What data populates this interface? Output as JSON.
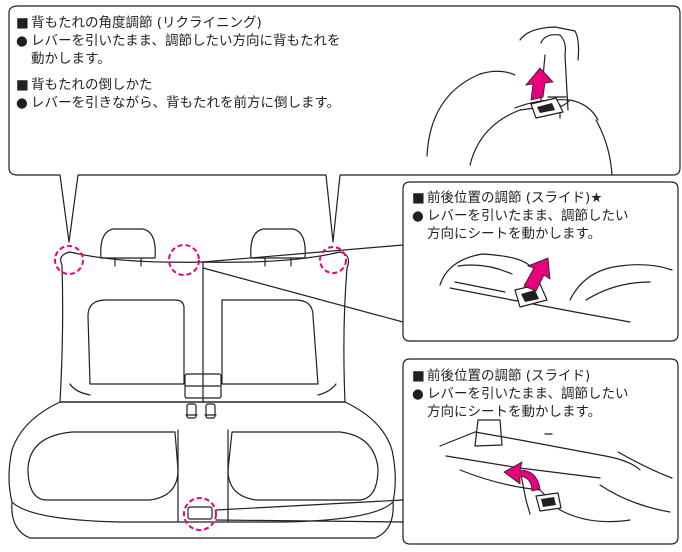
{
  "top_box": {
    "heading1": "背もたれの角度調節 (リクライニング)",
    "bullet1_line1": "レバーを引いたまま、調節したい方向に背もたれを",
    "bullet1_line2": "動かします。",
    "heading2": "背もたれの倒しかた",
    "bullet2": "レバーを引きながら、背もたれを前方に倒します。"
  },
  "middle_box": {
    "heading": "前後位置の調節 (スライド)★",
    "line1": "レバーを引いたまま、調節したい",
    "line2": "方向にシートを動かします。"
  },
  "bottom_box": {
    "heading": "前後位置の調節 (スライド)",
    "line1": "レバーを引いたまま、調節したい",
    "line2": "方向にシートを動かします。"
  },
  "markers": {
    "square": "■",
    "circle": "●"
  },
  "colors": {
    "line": "#231f20",
    "highlight": "#e6007e",
    "arrow_fill": "#e6007e"
  },
  "icons": [
    "up-arrow-icon",
    "lever-icon",
    "dashed-circle-highlight"
  ]
}
